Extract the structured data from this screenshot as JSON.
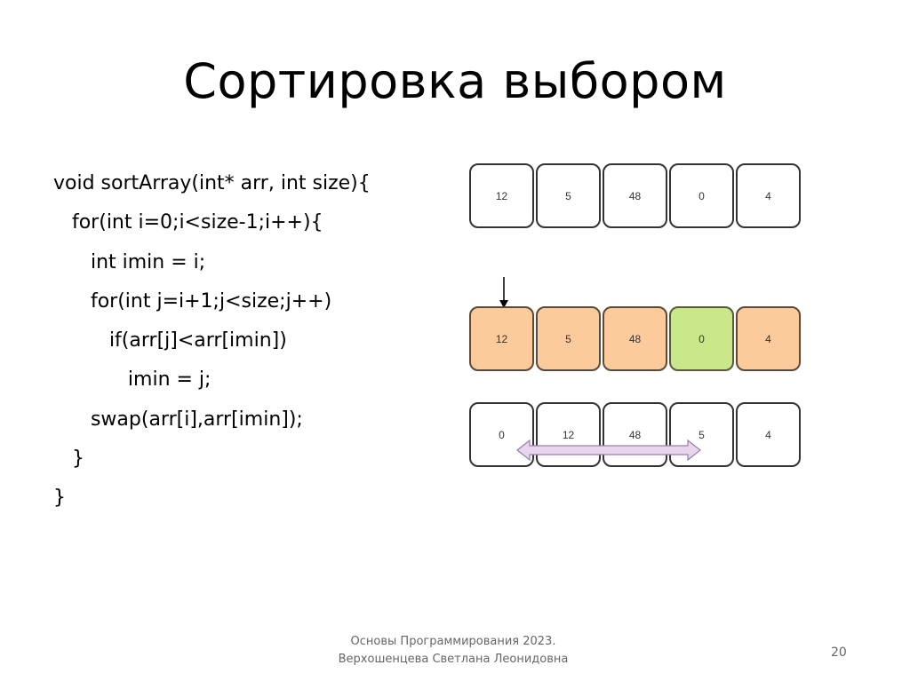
{
  "slide": {
    "title": "Сортировка выбором",
    "code_lines": [
      "void sortArray(int* arr, int size){",
      "   for(int i=0;i<size-1;i++){",
      "      int imin = i;",
      "      for(int j=i+1;j<size;j++)",
      "         if(arr[j]<arr[imin])",
      "            imin = j;",
      "      swap(arr[i],arr[imin]);",
      "   }",
      "}"
    ],
    "diagram": {
      "row1": [
        "12",
        "5",
        "48",
        "0",
        "4"
      ],
      "row2": [
        "12",
        "5",
        "48",
        "0",
        "4"
      ],
      "row3": [
        "0",
        "12",
        "48",
        "5",
        "4"
      ],
      "colors": {
        "scanned": "#fccb9c",
        "minimum": "#c8e88a",
        "swap_arrow": "#e6d5ec"
      }
    },
    "footer": {
      "line1": "Основы Программирования 2023.",
      "line2": "Верхошенцева Светлана Леонидовна"
    },
    "page_number": "20"
  }
}
